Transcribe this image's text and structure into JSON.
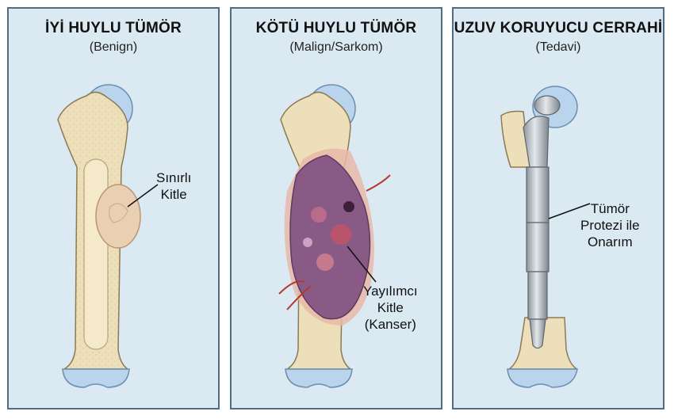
{
  "panels": [
    {
      "title": "İYİ HUYLU TÜMÖR",
      "subtitle": "(Benign)",
      "label_lines": [
        "Sınırlı",
        "Kitle"
      ]
    },
    {
      "title": "KÖTÜ HUYLU TÜMÖR",
      "subtitle": "(Malign/Sarkom)",
      "label_lines": [
        "Yayılımcı",
        "Kitle",
        "(Kanser)"
      ]
    },
    {
      "title": "UZUV KORUYUCU CERRAHİ",
      "subtitle": "(Tedavi)",
      "label_lines": [
        "Tümör",
        "Protezi ile",
        "Onarım"
      ]
    }
  ],
  "colors": {
    "panel_bg": "#dbe9f3",
    "panel_border": "#4e6d84",
    "bone": "#eedfbb",
    "cartilage": "#b9d4ec",
    "benign_mass": "#ead0b2",
    "malignant_mass": "#8a5a86",
    "implant": "#b8bec4"
  }
}
